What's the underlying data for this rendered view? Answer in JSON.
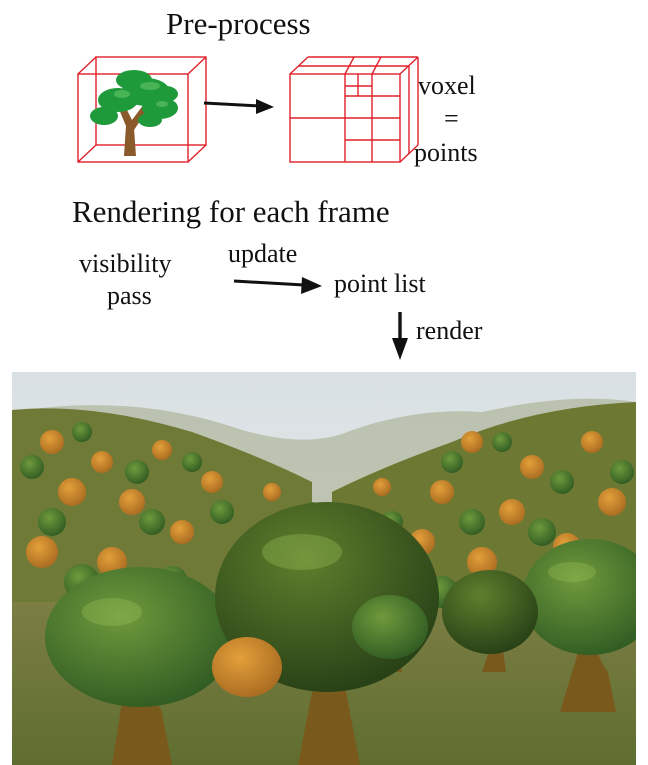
{
  "preprocess": {
    "title": "Pre-process",
    "voxel_label": "voxel",
    "equals": "=",
    "points_label": "points"
  },
  "rendering": {
    "title": "Rendering for each frame",
    "visibility_line1": "visibility",
    "visibility_line2": "pass",
    "update_label": "update",
    "point_list_label": "point list",
    "render_label": "render"
  },
  "colors": {
    "cube_wireframe": "#e0202a",
    "arrow": "#111111",
    "tree_foliage": "#1f9a3a",
    "tree_trunk": "#8a5a2a",
    "sky": "#e6ecef",
    "forest_orange": "#d08a2a",
    "forest_green": "#4f7a2e",
    "ground": "#6f7a3a"
  }
}
